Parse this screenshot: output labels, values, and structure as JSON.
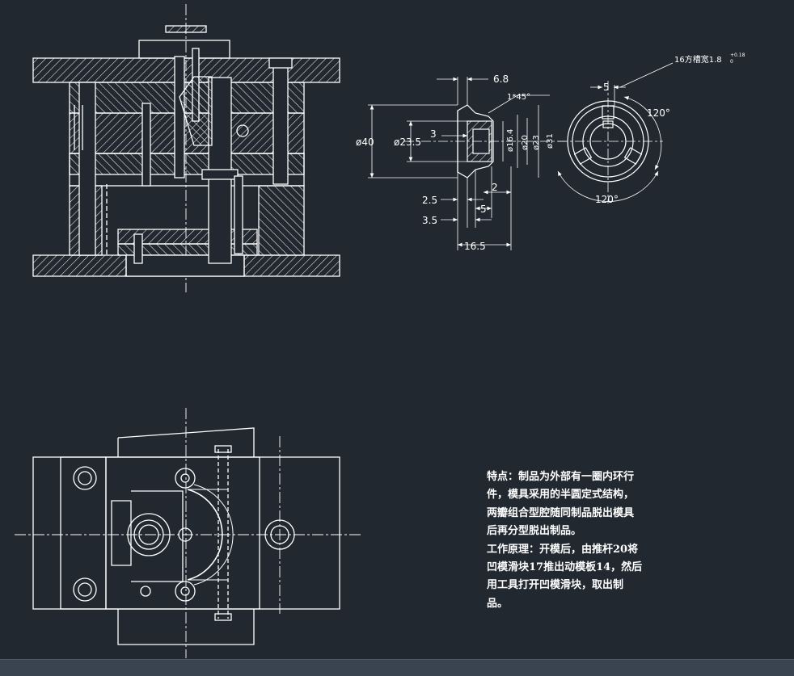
{
  "colors": {
    "background": "#212830",
    "line": "#ffffff",
    "statusbar": "#3a4350"
  },
  "part_view": {
    "dims": {
      "d40": "ø40",
      "d23_5": "ø23.5",
      "w6_8": "6.8",
      "w3": "3",
      "d16_4": "ø16.4",
      "d20": "ø20",
      "d23": "ø23",
      "d31": "ø31",
      "chamfer": "1*45°",
      "w2": "2",
      "w2_5": "2.5",
      "w5": "5",
      "w3_5": "3.5",
      "w16_5": "16.5"
    },
    "end_view": {
      "slot_note": "16方槽宽1.8",
      "slot_tol_top": "+0.18",
      "slot_tol_bottom": "0",
      "w5": "5",
      "angle_right": "120°",
      "angle_bottom": "120°"
    }
  },
  "notes": {
    "lines": [
      "特点：制品为外部有一圈内环行",
      "件，模具采用的半圆定式结构，",
      "两瓣组合型腔随同制品脱出模具",
      "后再分型脱出制品。",
      "工作原理：开模后，由推杆20将",
      "凹模滑块17推出动模板14，然后",
      "用工具打开凹模滑块，取出制",
      "品。"
    ]
  }
}
